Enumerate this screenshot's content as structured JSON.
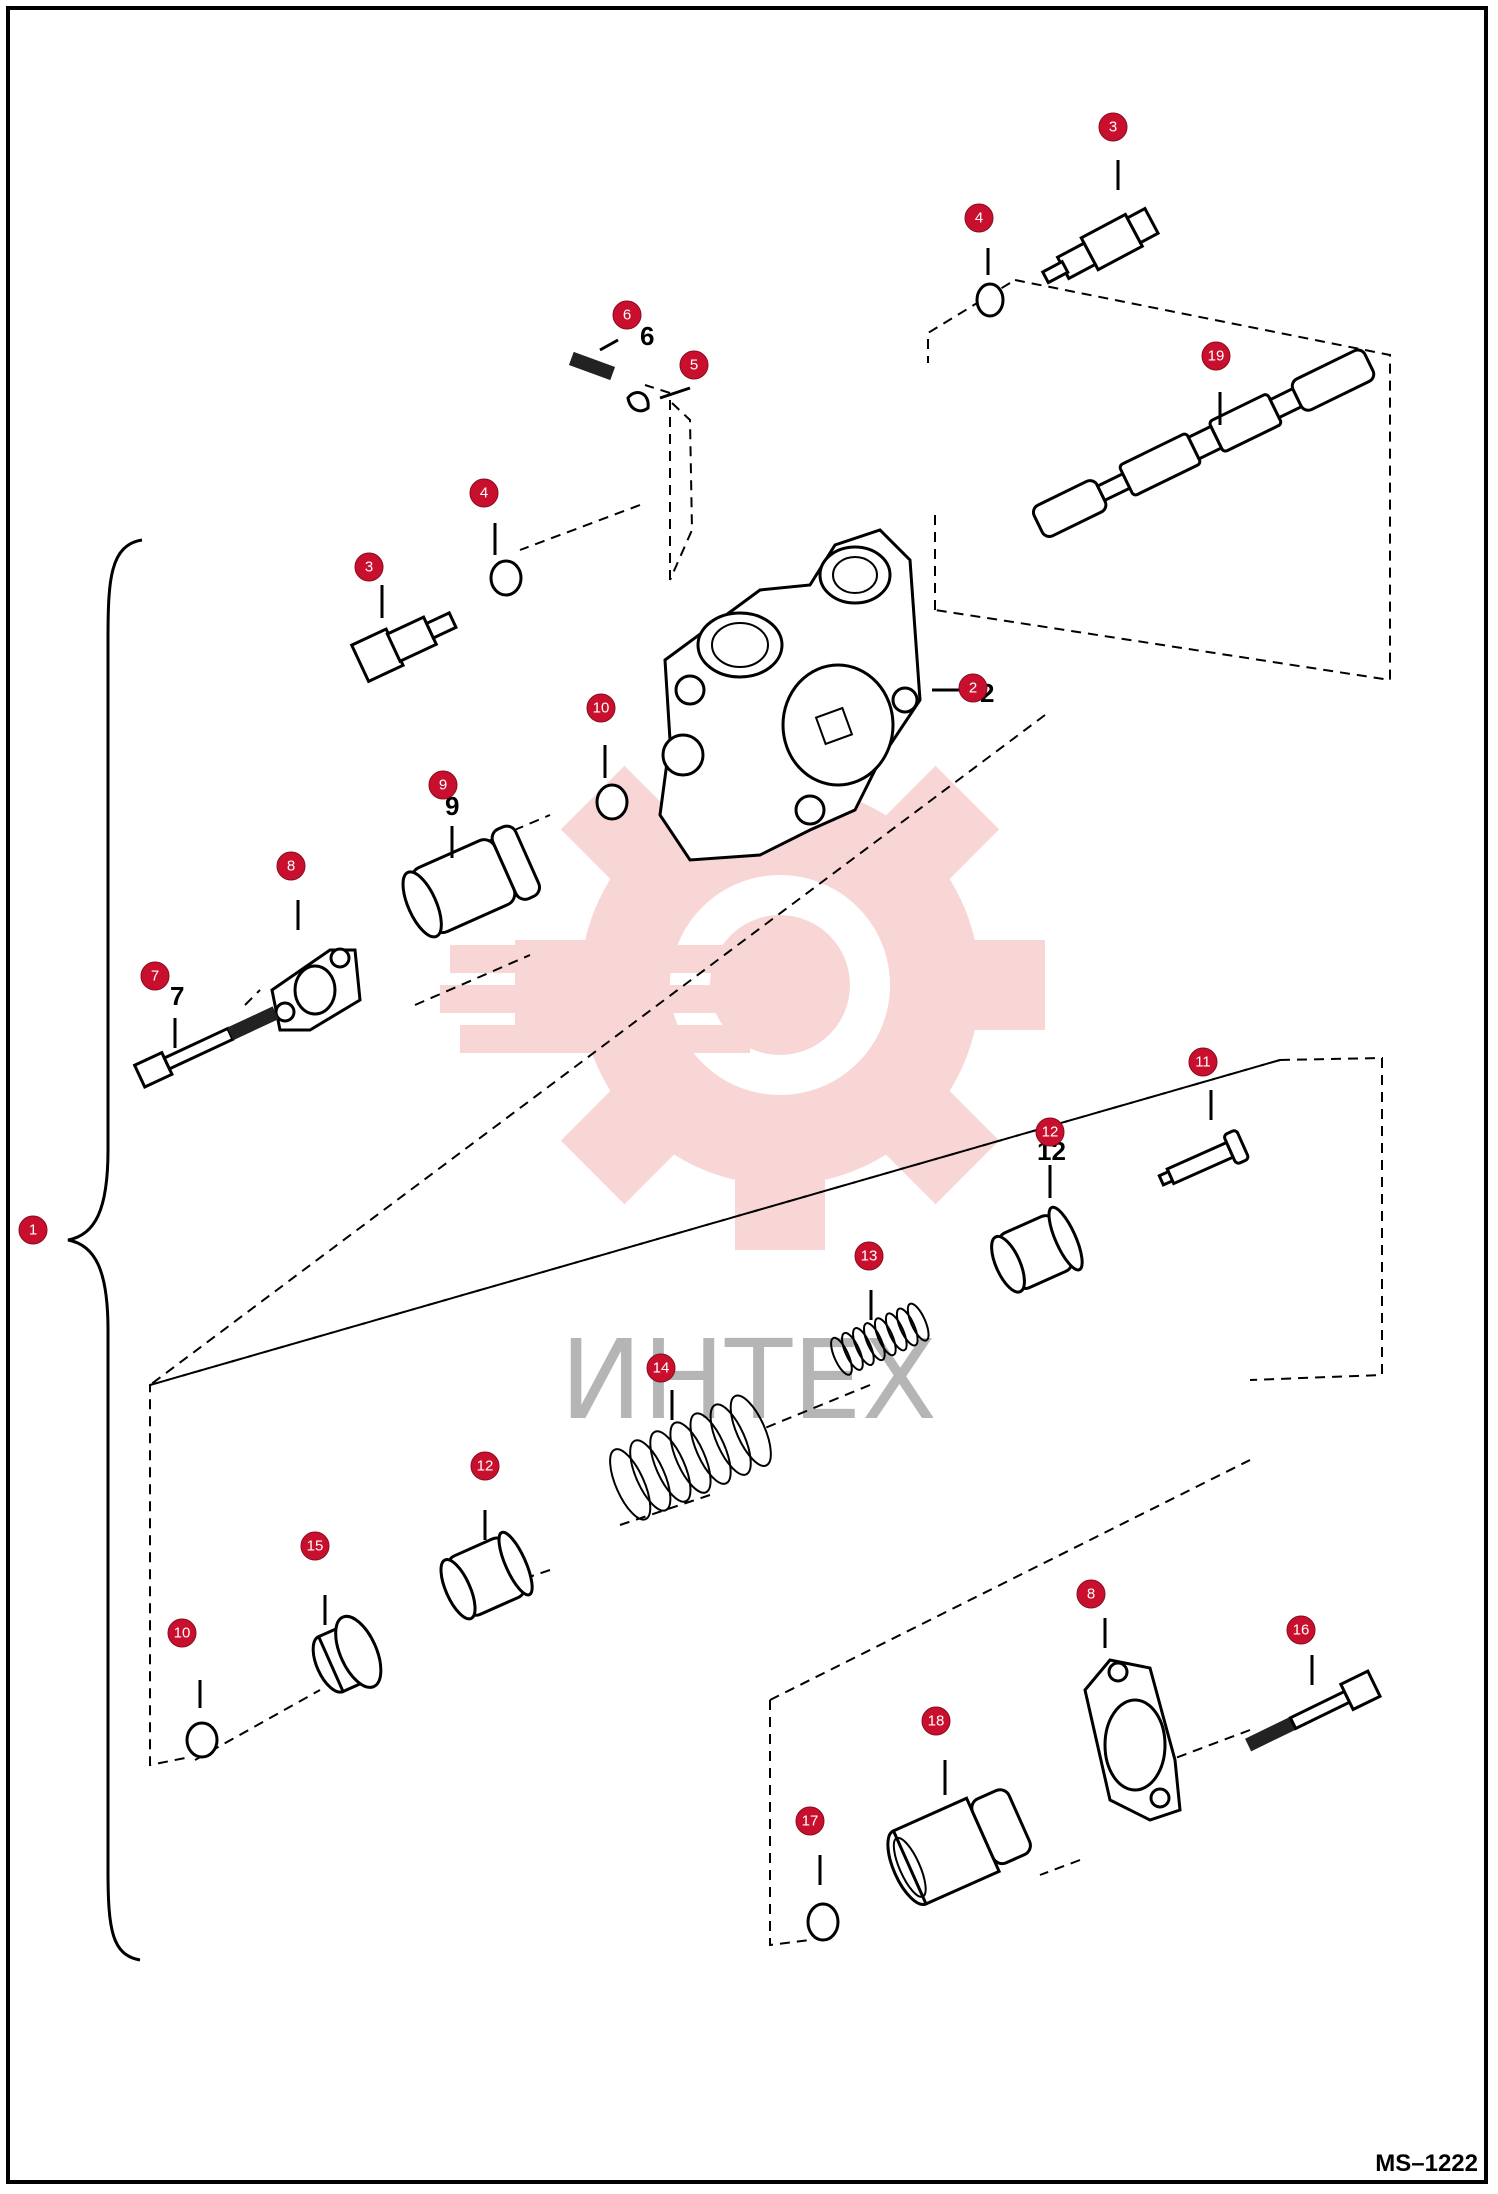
{
  "watermark": {
    "text": "ИНТЕХ",
    "gear_color": "#f4b6b6",
    "text_color": "#b5b5b5"
  },
  "drawing_code": "MS–1222",
  "callout_color": "#c8102e",
  "callouts": [
    {
      "id": "1",
      "label": "1"
    },
    {
      "id": "2",
      "label": "2"
    },
    {
      "id": "3a",
      "label": "3"
    },
    {
      "id": "3b",
      "label": "3"
    },
    {
      "id": "4a",
      "label": "4"
    },
    {
      "id": "4b",
      "label": "4"
    },
    {
      "id": "5",
      "label": "5"
    },
    {
      "id": "6",
      "label": "6"
    },
    {
      "id": "7",
      "label": "7"
    },
    {
      "id": "8a",
      "label": "8"
    },
    {
      "id": "8b",
      "label": "8"
    },
    {
      "id": "9",
      "label": "9"
    },
    {
      "id": "10a",
      "label": "10"
    },
    {
      "id": "10b",
      "label": "10"
    },
    {
      "id": "11",
      "label": "11"
    },
    {
      "id": "12a",
      "label": "12"
    },
    {
      "id": "12b",
      "label": "12"
    },
    {
      "id": "13",
      "label": "13"
    },
    {
      "id": "14",
      "label": "14"
    },
    {
      "id": "15",
      "label": "15"
    },
    {
      "id": "16",
      "label": "16"
    },
    {
      "id": "17",
      "label": "17"
    },
    {
      "id": "18",
      "label": "18"
    },
    {
      "id": "19",
      "label": "19"
    }
  ],
  "part_labels": {
    "p6": "6",
    "p7": "7",
    "p9": "9",
    "p12": "12",
    "p2": "2"
  }
}
